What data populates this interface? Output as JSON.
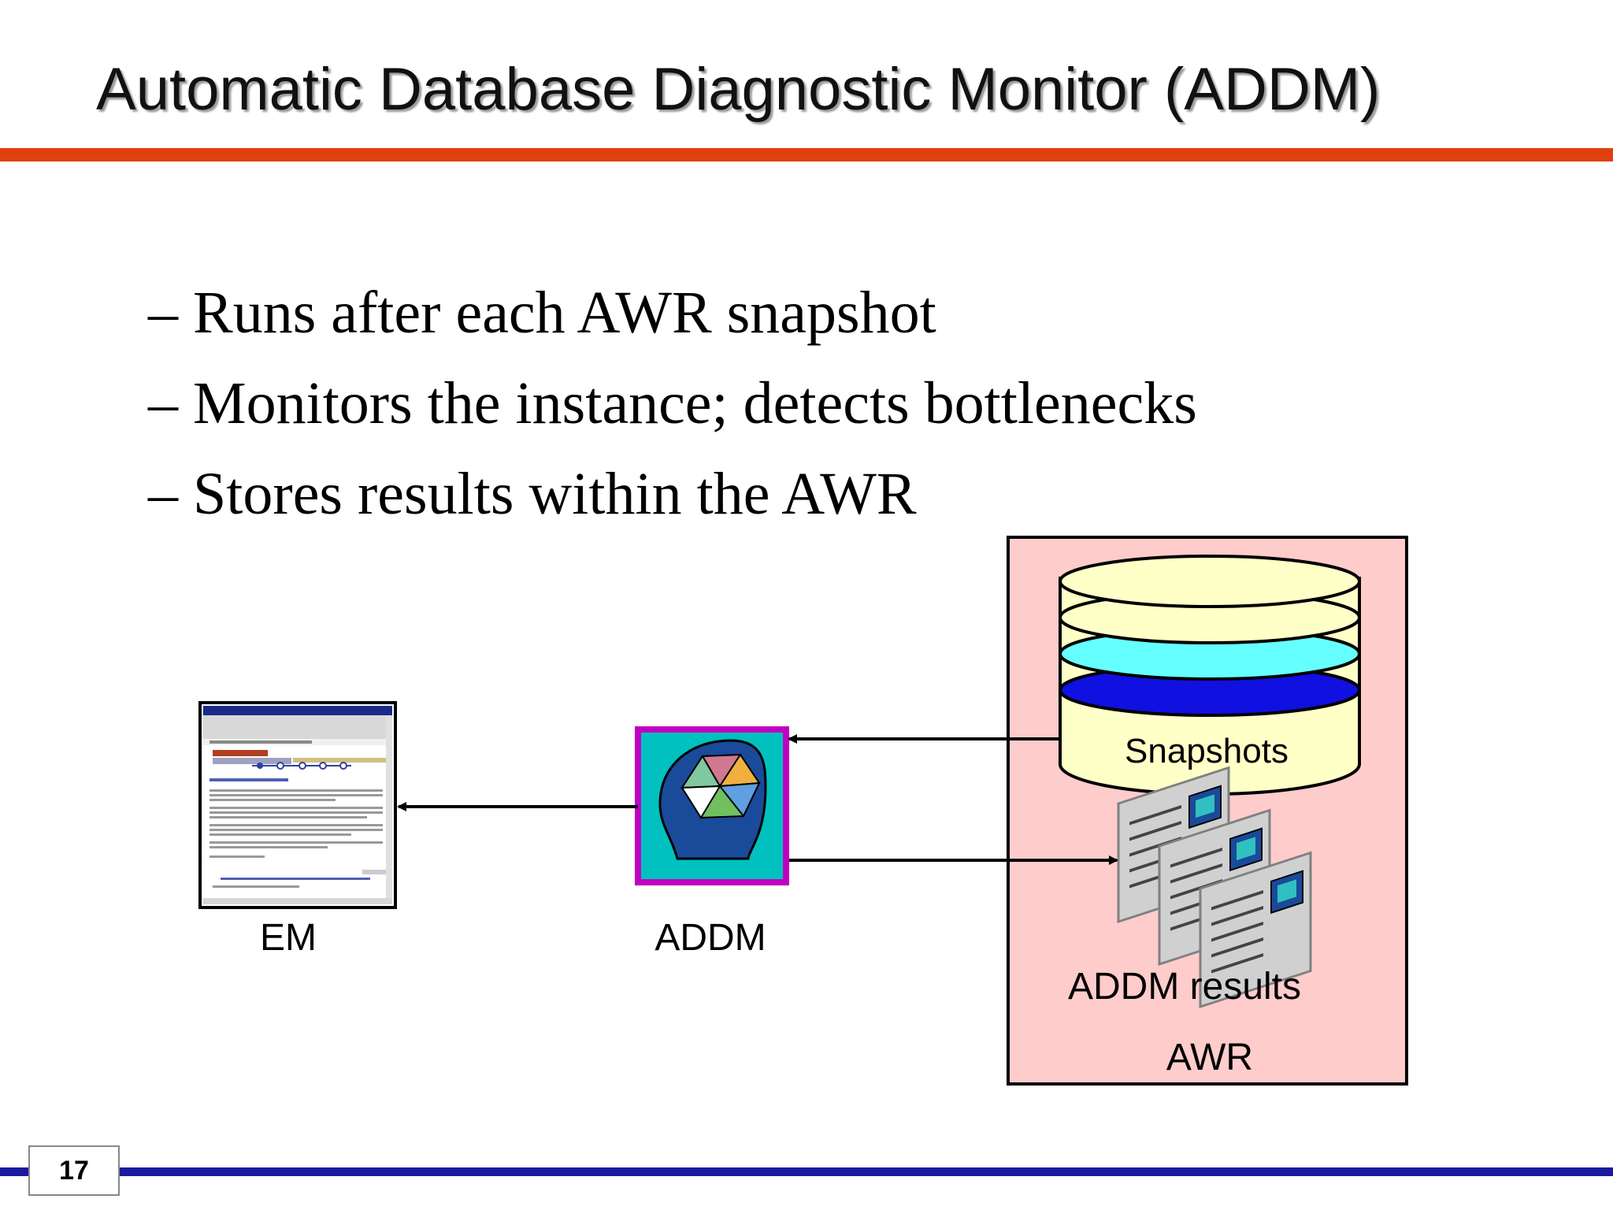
{
  "slide": {
    "title": "Automatic Database Diagnostic Monitor (ADDM)",
    "bullets": [
      "– Runs after each AWR snapshot",
      "– Monitors the instance; detects bottlenecks",
      "– Stores results within the AWR"
    ],
    "page_number": "17"
  },
  "diagram": {
    "em_label": "EM",
    "addm_label": "ADDM",
    "snapshots_label": "Snapshots",
    "results_label": "ADDM results",
    "awr_label": "AWR",
    "colors": {
      "awr_box_fill": "#ffcccc",
      "cylinder_top": "#ffffc8",
      "cylinder_cyan": "#66ffff",
      "cylinder_blue": "#1010e0",
      "addm_icon_bg": "#00c0c0",
      "addm_icon_border": "#c000c0",
      "title_rule": "#e04010",
      "footer_rule": "#1a1aa0"
    },
    "icons": [
      "em-screenshot-icon",
      "addm-head-icon",
      "database-cylinder-icon",
      "report-documents-icon"
    ]
  }
}
